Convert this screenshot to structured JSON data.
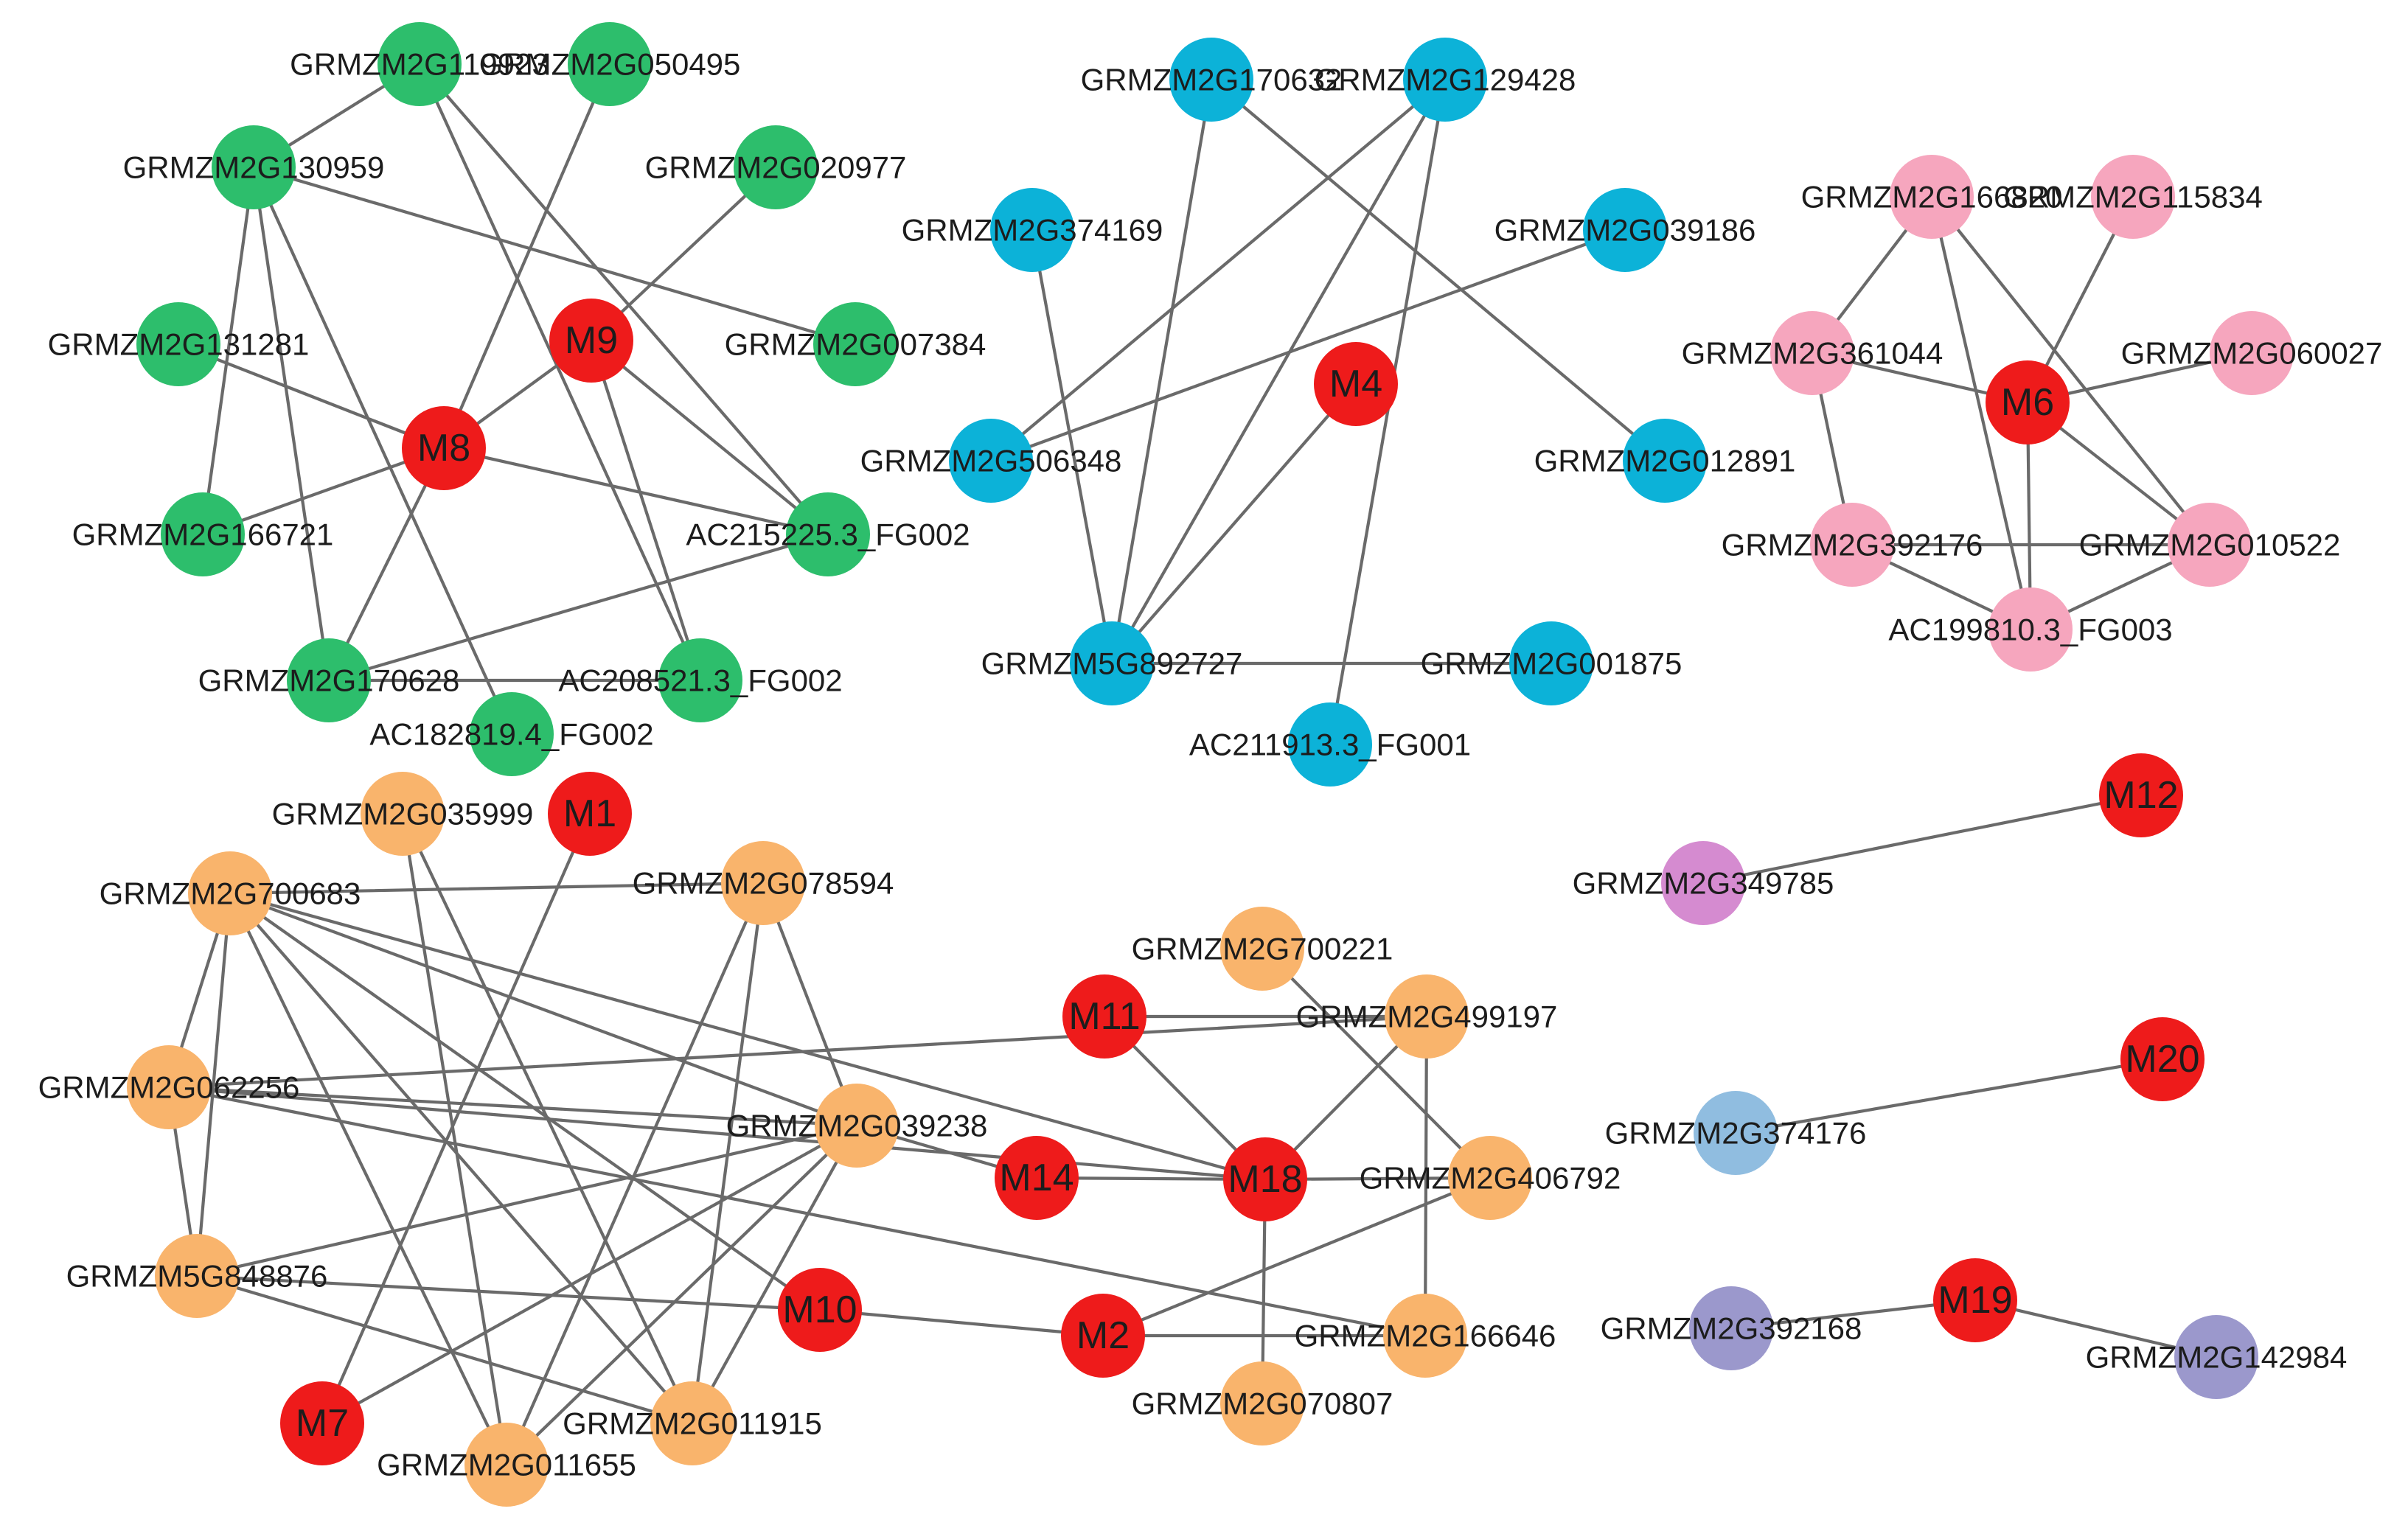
{
  "colors": {
    "green": "#2dbe6c",
    "blue": "#0cb2d8",
    "pink": "#f6a6be",
    "red": "#ee1b1b",
    "orange": "#f9b46c",
    "orchid": "#d58bd0",
    "lightblue": "#90bde0",
    "lavender": "#9b98cc",
    "edge": "#6a6a6a"
  },
  "nodes": [
    {
      "label": "GRMZM2G119923",
      "color": "green"
    },
    {
      "label": "GRMZM2G050495",
      "color": "green"
    },
    {
      "label": "GRMZM2G130959",
      "color": "green"
    },
    {
      "label": "GRMZM2G020977",
      "color": "green"
    },
    {
      "label": "GRMZM2G131281",
      "color": "green"
    },
    {
      "label": "M9",
      "color": "red"
    },
    {
      "label": "GRMZM2G007384",
      "color": "green"
    },
    {
      "label": "M8",
      "color": "red"
    },
    {
      "label": "GRMZM2G166721",
      "color": "green"
    },
    {
      "label": "AC215225.3_FG002",
      "color": "green"
    },
    {
      "label": "GRMZM2G170628",
      "color": "green"
    },
    {
      "label": "AC208521.3_FG002",
      "color": "green"
    },
    {
      "label": "AC182819.4_FG002",
      "color": "green"
    },
    {
      "label": "GRMZM2G170632",
      "color": "blue"
    },
    {
      "label": "GRMZM2G129428",
      "color": "blue"
    },
    {
      "label": "GRMZM2G374169",
      "color": "blue"
    },
    {
      "label": "GRMZM2G039186",
      "color": "blue"
    },
    {
      "label": "M4",
      "color": "red"
    },
    {
      "label": "GRMZM2G506348",
      "color": "blue"
    },
    {
      "label": "GRMZM2G012891",
      "color": "blue"
    },
    {
      "label": "GRMZM5G892727",
      "color": "blue"
    },
    {
      "label": "GRMZM2G001875",
      "color": "blue"
    },
    {
      "label": "AC211913.3_FG001",
      "color": "blue"
    },
    {
      "label": "GRMZM2G166820",
      "color": "pink"
    },
    {
      "label": "GRMZM2G115834",
      "color": "pink"
    },
    {
      "label": "GRMZM2G361044",
      "color": "pink"
    },
    {
      "label": "GRMZM2G060027",
      "color": "pink"
    },
    {
      "label": "M6",
      "color": "red"
    },
    {
      "label": "GRMZM2G392176",
      "color": "pink"
    },
    {
      "label": "GRMZM2G010522",
      "color": "pink"
    },
    {
      "label": "AC199810.3_FG003",
      "color": "pink"
    },
    {
      "label": "GRMZM2G035999",
      "color": "orange"
    },
    {
      "label": "M1",
      "color": "red"
    },
    {
      "label": "GRMZM2G700683",
      "color": "orange"
    },
    {
      "label": "GRMZM2G078594",
      "color": "orange"
    },
    {
      "label": "GRMZM2G700221",
      "color": "orange"
    },
    {
      "label": "M11",
      "color": "red"
    },
    {
      "label": "GRMZM2G499197",
      "color": "orange"
    },
    {
      "label": "GRMZM2G062256",
      "color": "orange"
    },
    {
      "label": "GRMZM2G039238",
      "color": "orange"
    },
    {
      "label": "M14",
      "color": "red"
    },
    {
      "label": "M18",
      "color": "red"
    },
    {
      "label": "GRMZM2G406792",
      "color": "orange"
    },
    {
      "label": "GRMZM5G848876",
      "color": "orange"
    },
    {
      "label": "M10",
      "color": "red"
    },
    {
      "label": "M2",
      "color": "red"
    },
    {
      "label": "GRMZM2G166646",
      "color": "orange"
    },
    {
      "label": "M7",
      "color": "red"
    },
    {
      "label": "GRMZM2G011915",
      "color": "orange"
    },
    {
      "label": "GRMZM2G070807",
      "color": "orange"
    },
    {
      "label": "GRMZM2G011655",
      "color": "orange"
    },
    {
      "label": "GRMZM2G349785",
      "color": "orchid"
    },
    {
      "label": "M12",
      "color": "red"
    },
    {
      "label": "GRMZM2G374176",
      "color": "lightblue"
    },
    {
      "label": "M20",
      "color": "red"
    },
    {
      "label": "GRMZM2G392168",
      "color": "lavender"
    },
    {
      "label": "M19",
      "color": "red"
    },
    {
      "label": "GRMZM2G142984",
      "color": "lavender"
    }
  ],
  "edges": [
    [
      "GRMZM2G119923",
      "GRMZM2G130959"
    ],
    [
      "GRMZM2G119923",
      "AC215225.3_FG002"
    ],
    [
      "GRMZM2G119923",
      "AC208521.3_FG002"
    ],
    [
      "GRMZM2G050495",
      "M8"
    ],
    [
      "GRMZM2G130959",
      "GRMZM2G007384"
    ],
    [
      "GRMZM2G130959",
      "GRMZM2G166721"
    ],
    [
      "GRMZM2G130959",
      "GRMZM2G170628"
    ],
    [
      "GRMZM2G130959",
      "AC182819.4_FG002"
    ],
    [
      "GRMZM2G020977",
      "M9"
    ],
    [
      "GRMZM2G131281",
      "M8"
    ],
    [
      "M9",
      "M8"
    ],
    [
      "M9",
      "AC215225.3_FG002"
    ],
    [
      "M9",
      "AC208521.3_FG002"
    ],
    [
      "M8",
      "GRMZM2G166721"
    ],
    [
      "M8",
      "AC215225.3_FG002"
    ],
    [
      "M8",
      "GRMZM2G170628"
    ],
    [
      "GRMZM2G170628",
      "AC215225.3_FG002"
    ],
    [
      "GRMZM2G170628",
      "AC208521.3_FG002"
    ],
    [
      "GRMZM2G170632",
      "GRMZM5G892727"
    ],
    [
      "GRMZM2G170632",
      "GRMZM2G012891"
    ],
    [
      "GRMZM2G129428",
      "GRMZM2G506348"
    ],
    [
      "GRMZM2G129428",
      "GRMZM5G892727"
    ],
    [
      "GRMZM2G129428",
      "AC211913.3_FG001"
    ],
    [
      "GRMZM2G374169",
      "GRMZM5G892727"
    ],
    [
      "GRMZM2G039186",
      "GRMZM2G506348"
    ],
    [
      "M4",
      "GRMZM5G892727"
    ],
    [
      "GRMZM5G892727",
      "GRMZM2G001875"
    ],
    [
      "GRMZM2G166820",
      "GRMZM2G361044"
    ],
    [
      "GRMZM2G166820",
      "AC199810.3_FG003"
    ],
    [
      "GRMZM2G166820",
      "GRMZM2G010522"
    ],
    [
      "GRMZM2G115834",
      "M6"
    ],
    [
      "GRMZM2G361044",
      "M6"
    ],
    [
      "GRMZM2G361044",
      "GRMZM2G392176"
    ],
    [
      "M6",
      "GRMZM2G060027"
    ],
    [
      "M6",
      "AC199810.3_FG003"
    ],
    [
      "M6",
      "GRMZM2G010522"
    ],
    [
      "GRMZM2G392176",
      "GRMZM2G010522"
    ],
    [
      "GRMZM2G392176",
      "AC199810.3_FG003"
    ],
    [
      "AC199810.3_FG003",
      "GRMZM2G010522"
    ],
    [
      "GRMZM2G700683",
      "GRMZM2G078594"
    ],
    [
      "GRMZM2G700683",
      "GRMZM2G062256"
    ],
    [
      "GRMZM2G700683",
      "GRMZM5G848876"
    ],
    [
      "GRMZM2G700683",
      "GRMZM2G011655"
    ],
    [
      "GRMZM2G700683",
      "GRMZM2G011915"
    ],
    [
      "GRMZM2G700683",
      "GRMZM2G039238"
    ],
    [
      "GRMZM2G700683",
      "M18"
    ],
    [
      "GRMZM2G700683",
      "M10"
    ],
    [
      "GRMZM2G035999",
      "GRMZM2G011655"
    ],
    [
      "GRMZM2G035999",
      "GRMZM2G011915"
    ],
    [
      "M1",
      "M7"
    ],
    [
      "GRMZM2G078594",
      "GRMZM2G039238"
    ],
    [
      "GRMZM2G078594",
      "GRMZM2G011915"
    ],
    [
      "GRMZM2G078594",
      "GRMZM2G011655"
    ],
    [
      "GRMZM2G062256",
      "GRMZM2G499197"
    ],
    [
      "GRMZM2G062256",
      "GRMZM2G039238"
    ],
    [
      "GRMZM2G062256",
      "M18"
    ],
    [
      "GRMZM2G062256",
      "GRMZM5G848876"
    ],
    [
      "GRMZM2G062256",
      "GRMZM2G166646"
    ],
    [
      "GRMZM5G848876",
      "GRMZM2G039238"
    ],
    [
      "GRMZM5G848876",
      "M10"
    ],
    [
      "GRMZM5G848876",
      "GRMZM2G011915"
    ],
    [
      "M7",
      "GRMZM2G039238"
    ],
    [
      "GRMZM2G011655",
      "GRMZM2G039238"
    ],
    [
      "GRMZM2G011915",
      "GRMZM2G039238"
    ],
    [
      "GRMZM2G039238",
      "M14"
    ],
    [
      "M14",
      "M18"
    ],
    [
      "M11",
      "GRMZM2G499197"
    ],
    [
      "M11",
      "M18"
    ],
    [
      "GRMZM2G700221",
      "GRMZM2G406792"
    ],
    [
      "GRMZM2G499197",
      "M18"
    ],
    [
      "GRMZM2G499197",
      "GRMZM2G166646"
    ],
    [
      "M18",
      "GRMZM2G406792"
    ],
    [
      "M18",
      "GRMZM2G070807"
    ],
    [
      "M2",
      "GRMZM2G406792"
    ],
    [
      "M10",
      "M2"
    ],
    [
      "M2",
      "GRMZM2G166646"
    ],
    [
      "GRMZM2G349785",
      "M12"
    ],
    [
      "GRMZM2G374176",
      "M20"
    ],
    [
      "GRMZM2G392168",
      "M19"
    ],
    [
      "M19",
      "GRMZM2G142984"
    ]
  ]
}
